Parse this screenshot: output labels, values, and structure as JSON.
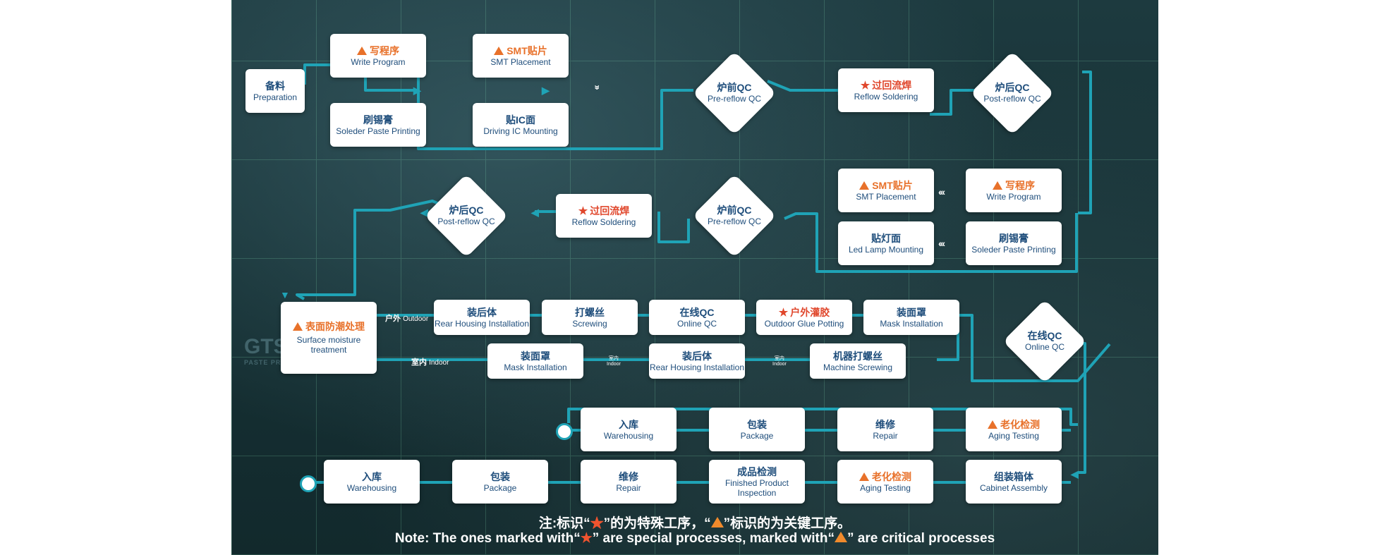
{
  "nodes": {
    "preparation": {
      "zh": "备料",
      "en": "Preparation"
    },
    "write_program_1": {
      "zh": "写程序",
      "en": "Write Program"
    },
    "smt_placement_1": {
      "zh": "SMT贴片",
      "en": "SMT Placement"
    },
    "paste_printing_1": {
      "zh": "刷锡膏",
      "en": "Soleder Paste Printing"
    },
    "ic_mounting": {
      "zh": "贴IC面",
      "en": "Driving IC Mounting"
    },
    "pre_reflow_qc_1": {
      "zh": "炉前QC",
      "en": "Pre-reflow QC"
    },
    "reflow_1": {
      "zh": "过回流焊",
      "en": "Reflow Soldering"
    },
    "post_reflow_qc_1": {
      "zh": "炉后QC",
      "en": "Post-reflow QC"
    },
    "smt_placement_2": {
      "zh": "SMT贴片",
      "en": "SMT Placement"
    },
    "write_program_2": {
      "zh": "写程序",
      "en": "Write Program"
    },
    "lamp_mounting": {
      "zh": "贴灯面",
      "en": "Led Lamp Mounting"
    },
    "paste_printing_2": {
      "zh": "刷锡膏",
      "en": "Soleder Paste Printing"
    },
    "pre_reflow_qc_2": {
      "zh": "炉前QC",
      "en": "Pre-reflow QC"
    },
    "reflow_2": {
      "zh": "过回流焊",
      "en": "Reflow Soldering"
    },
    "post_reflow_qc_2": {
      "zh": "炉后QC",
      "en": "Post-reflow QC"
    },
    "moisture": {
      "zh": "表面防潮处理",
      "en1": "Surface moisture",
      "en2": "treatment"
    },
    "rear_housing_out": {
      "zh": "装后体",
      "en": "Rear Housing Installation"
    },
    "screwing": {
      "zh": "打螺丝",
      "en": "Screwing"
    },
    "online_qc_out": {
      "zh": "在线QC",
      "en": "Online QC"
    },
    "glue_potting": {
      "zh": "户外灌胶",
      "en": "Outdoor Glue Potting"
    },
    "mask_out": {
      "zh": "装面罩",
      "en": "Mask Installation"
    },
    "online_qc_diamond": {
      "zh": "在线QC",
      "en": "Online QC"
    },
    "mask_in": {
      "zh": "装面罩",
      "en": "Mask Installation"
    },
    "rear_housing_in": {
      "zh": "装后体",
      "en": "Rear Housing Installation"
    },
    "machine_screwing": {
      "zh": "机器打螺丝",
      "en": "Machine Screwing"
    },
    "warehousing_1": {
      "zh": "入库",
      "en": "Warehousing"
    },
    "package_1": {
      "zh": "包装",
      "en": "Package"
    },
    "repair_1": {
      "zh": "维修",
      "en": "Repair"
    },
    "aging_1": {
      "zh": "老化检测",
      "en": "Aging Testing"
    },
    "warehousing_2": {
      "zh": "入库",
      "en": "Warehousing"
    },
    "package_2": {
      "zh": "包装",
      "en": "Package"
    },
    "repair_2": {
      "zh": "维修",
      "en": "Repair"
    },
    "final_inspection": {
      "zh": "成品检测",
      "en1": "Finished Product",
      "en2": "Inspection"
    },
    "aging_2": {
      "zh": "老化检测",
      "en": "Aging Testing"
    },
    "cabinet_assembly": {
      "zh": "组装箱体",
      "en": "Cabinet Assembly"
    }
  },
  "branches": {
    "outdoor_zh": "户外",
    "outdoor_en": "Outdoor",
    "indoor_zh": "室内",
    "indoor_en": "Indoor",
    "tiny_zh": "室内",
    "tiny_en": "Indoor"
  },
  "background_watermark": {
    "line1": "GTS",
    "line2": "PASTE PRINTER"
  },
  "note": {
    "zh_a": "注:标识“",
    "zh_b": "”的为特殊工序，“",
    "zh_c": "”标识的为关键工序。",
    "en_a": "Note: The ones marked with“",
    "en_b": "” are special processes, marked with“",
    "en_c": "” are critical  processes"
  },
  "colors": {
    "line": "#1fa3b6",
    "text_blue": "#1e4d7b",
    "critical_orange": "#e8712a",
    "special_red": "#e0472c"
  }
}
